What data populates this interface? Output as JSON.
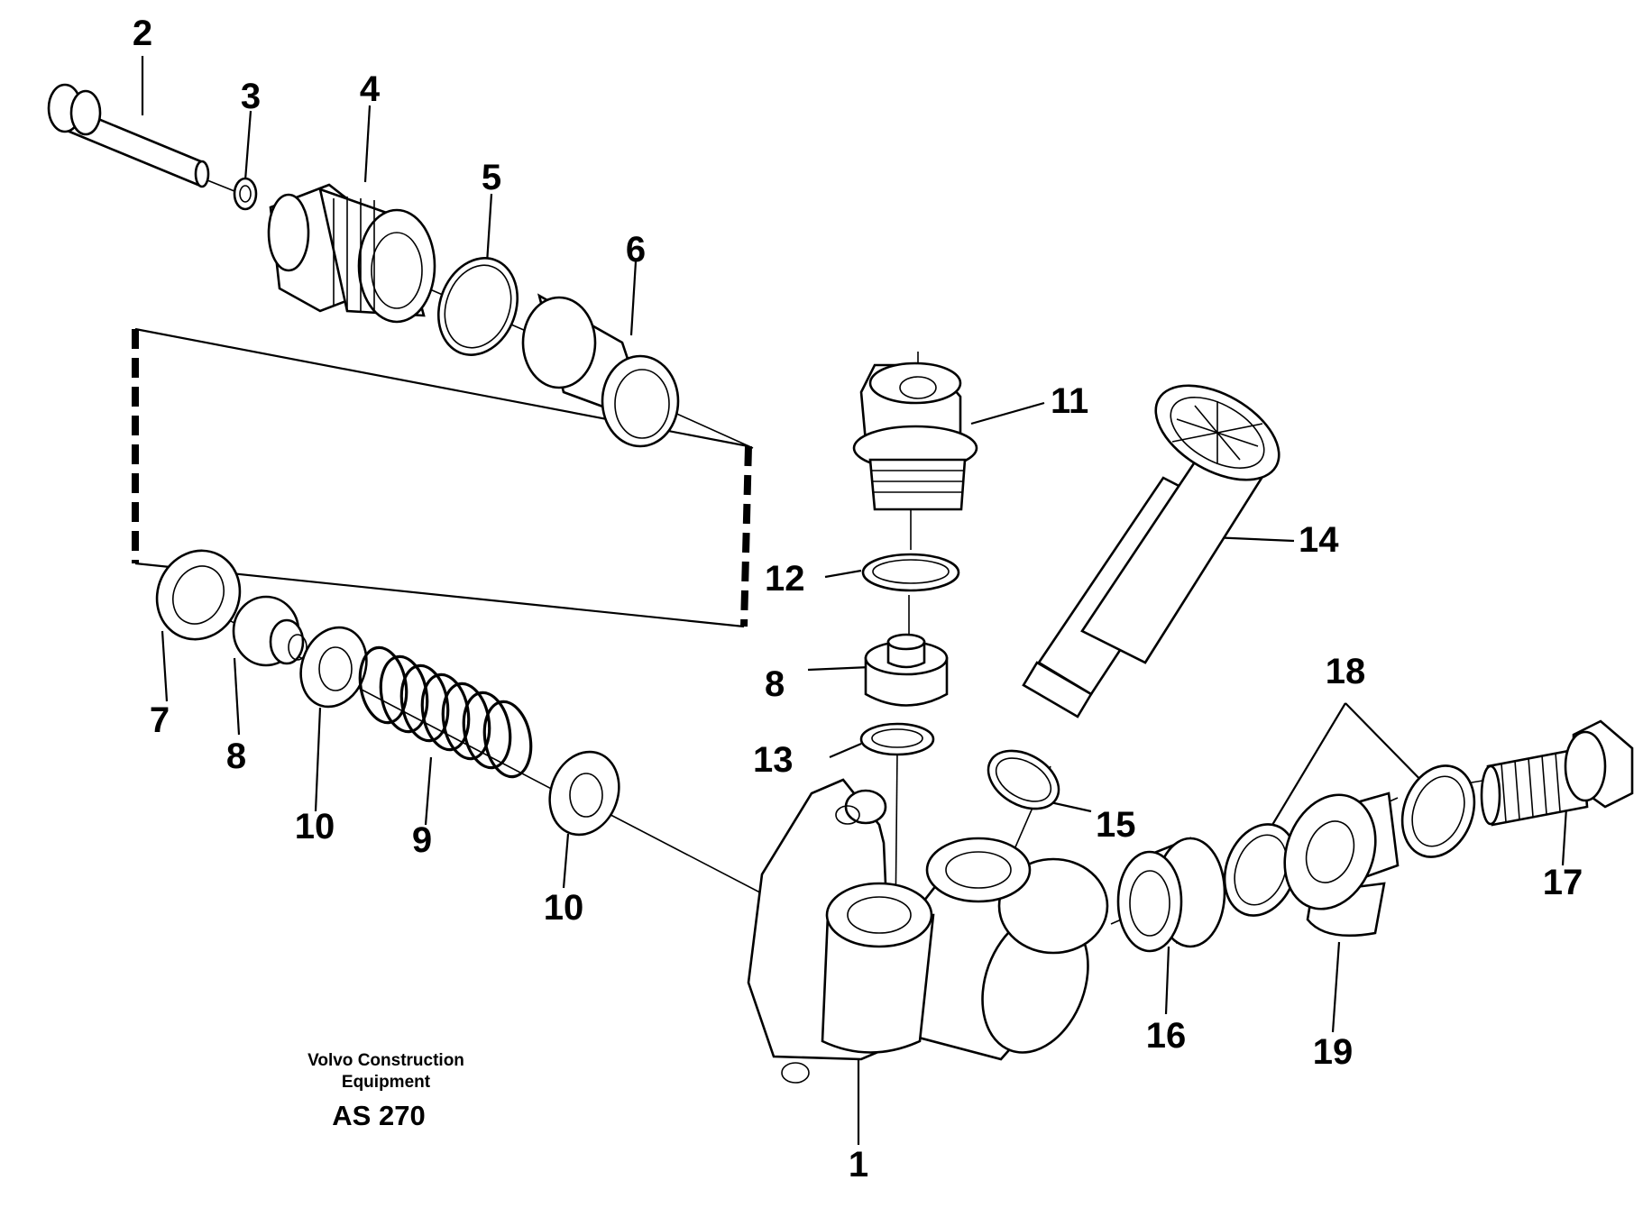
{
  "diagram": {
    "labels": {
      "l1": "1",
      "l2": "2",
      "l3": "3",
      "l4": "4",
      "l5": "5",
      "l6": "6",
      "l7": "7",
      "l8a": "8",
      "l8b": "8",
      "l9": "9",
      "l10a": "10",
      "l10b": "10",
      "l11": "11",
      "l12": "12",
      "l13": "13",
      "l14": "14",
      "l15": "15",
      "l16": "16",
      "l17": "17",
      "l18": "18",
      "l19": "19"
    },
    "caption": {
      "line1": "Volvo Construction",
      "line2": "Equipment",
      "code": "AS 270"
    }
  }
}
